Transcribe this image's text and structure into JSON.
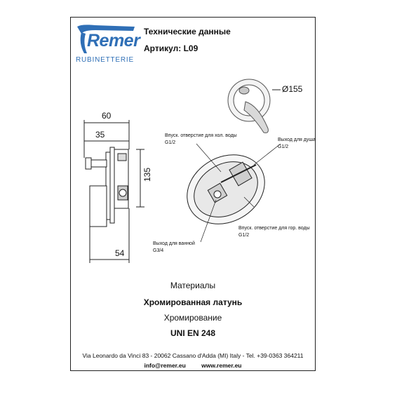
{
  "brand": {
    "logo_word": "Remer",
    "logo_sub": "RUBINETTERIE",
    "colors": {
      "brand_blue": "#2f6fb6"
    }
  },
  "header": {
    "title": "Технические данные",
    "article": "Артикул: L09"
  },
  "dimensions": {
    "width_total": "60",
    "width_inner": "35",
    "height": "135",
    "depth": "54",
    "diameter": "Ø155"
  },
  "notes": {
    "cold_inlet_line1": "Впуск. отверстие для хол. воды",
    "cold_inlet_line2": "G1/2",
    "shower_outlet_line1": "Выход для душа",
    "shower_outlet_line2": "G1/2",
    "hot_inlet_line1": "Впуск. отверстие для гор. воды",
    "hot_inlet_line2": "G1/2",
    "bath_outlet_line1": "Выход для ванной",
    "bath_outlet_line2": "G3/4"
  },
  "materials": {
    "label": "Материалы",
    "material": "Хромированная латунь",
    "finish": "Хромирование",
    "standard": "UNI EN 248"
  },
  "footer": {
    "address": "Via Leonardo da Vinci 83 - 20062 Cassano d'Adda (MI) Italy - Tel. +39-0363 364211",
    "email": "info@remer.eu",
    "website": "www.remer.eu"
  }
}
